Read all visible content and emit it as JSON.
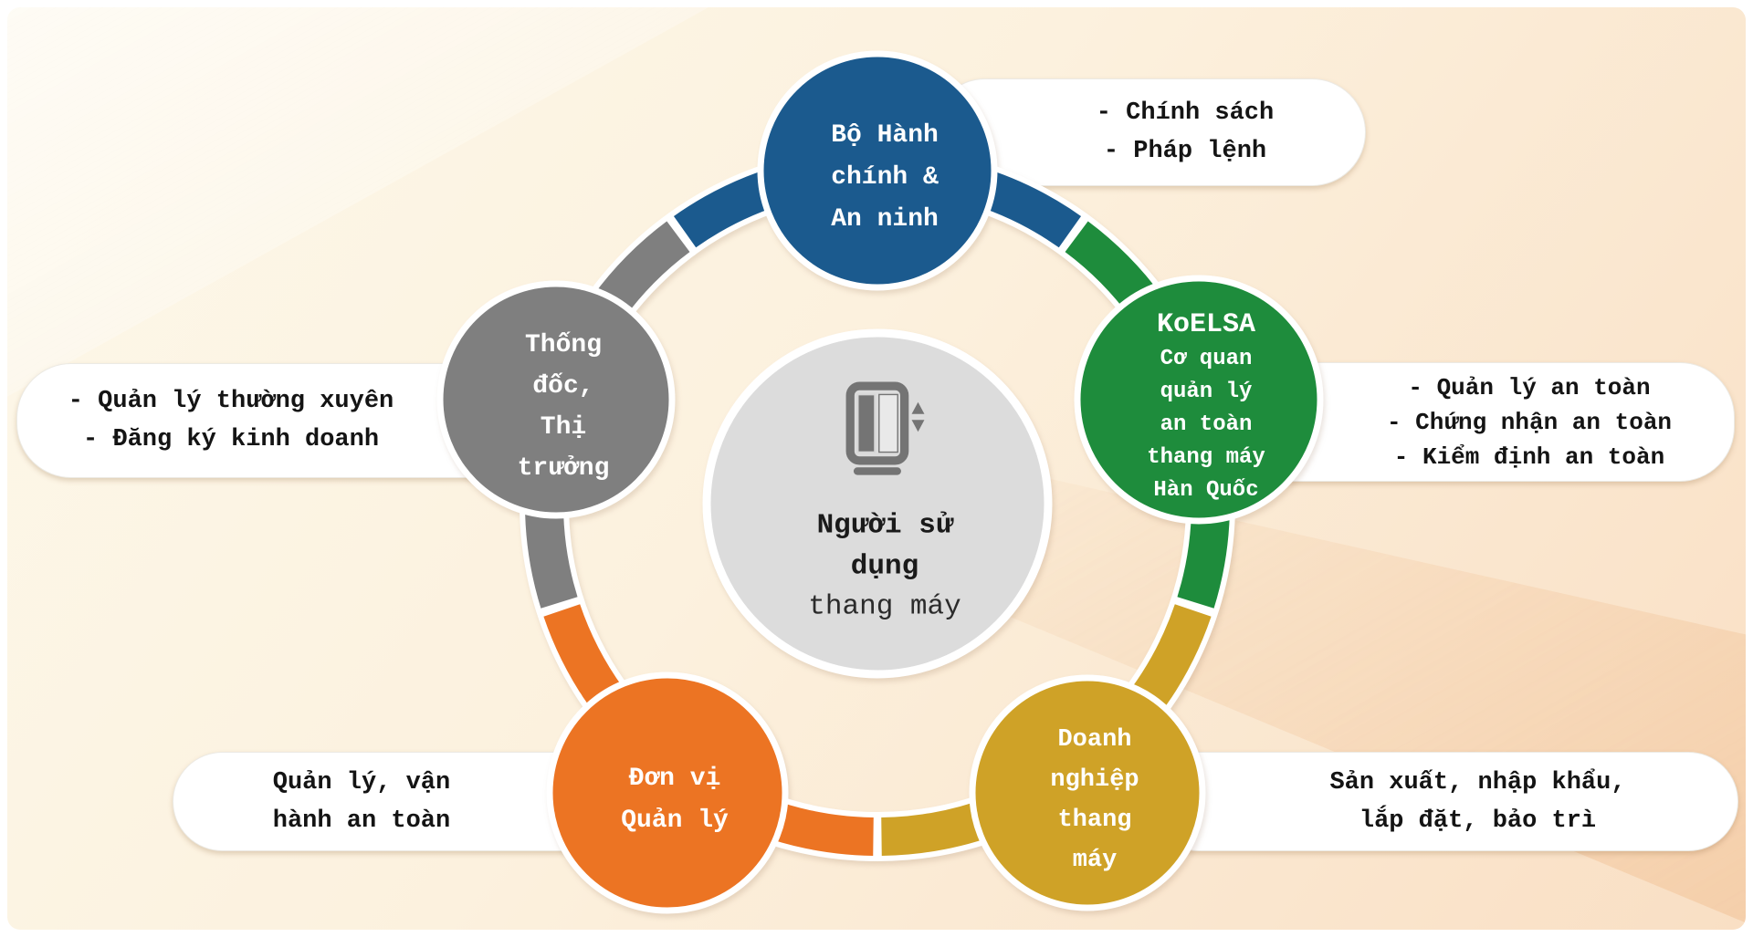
{
  "colors": {
    "ministry": "#1b5a8e",
    "koelsa": "#1e8c3c",
    "enterprise": "#cfa227",
    "management": "#ec7423",
    "governor": "#7f7f7f",
    "center_fill": "#dcdcdc",
    "ring_outline": "#ffffff"
  },
  "center": {
    "title": "Người sử\ndụng",
    "subtitle": "thang máy"
  },
  "nodes": {
    "ministry": {
      "label": "Bộ Hành\nchính &\nAn ninh",
      "callout": "- Chính sách\n- Pháp lệnh"
    },
    "koelsa": {
      "title": "KoELSA",
      "label": "Cơ quan\nquản lý\nan toàn\nthang máy\nHàn Quốc",
      "callout": "- Quản lý an toàn\n- Chứng nhận an toàn\n- Kiểm định an toàn"
    },
    "enterprise": {
      "label": "Doanh\nnghiệp\nthang\nmáy",
      "callout": "Sản xuất, nhập khẩu,\nlắp đặt, bảo trì"
    },
    "management": {
      "label": "Đơn vị\nQuản lý",
      "callout": "Quản lý, vận\nhành an toàn"
    },
    "governor": {
      "label": "Thống\nđốc,\nThị\ntrưởng",
      "callout": "- Quản lý thường xuyên\n- Đăng ký kinh doanh"
    }
  }
}
